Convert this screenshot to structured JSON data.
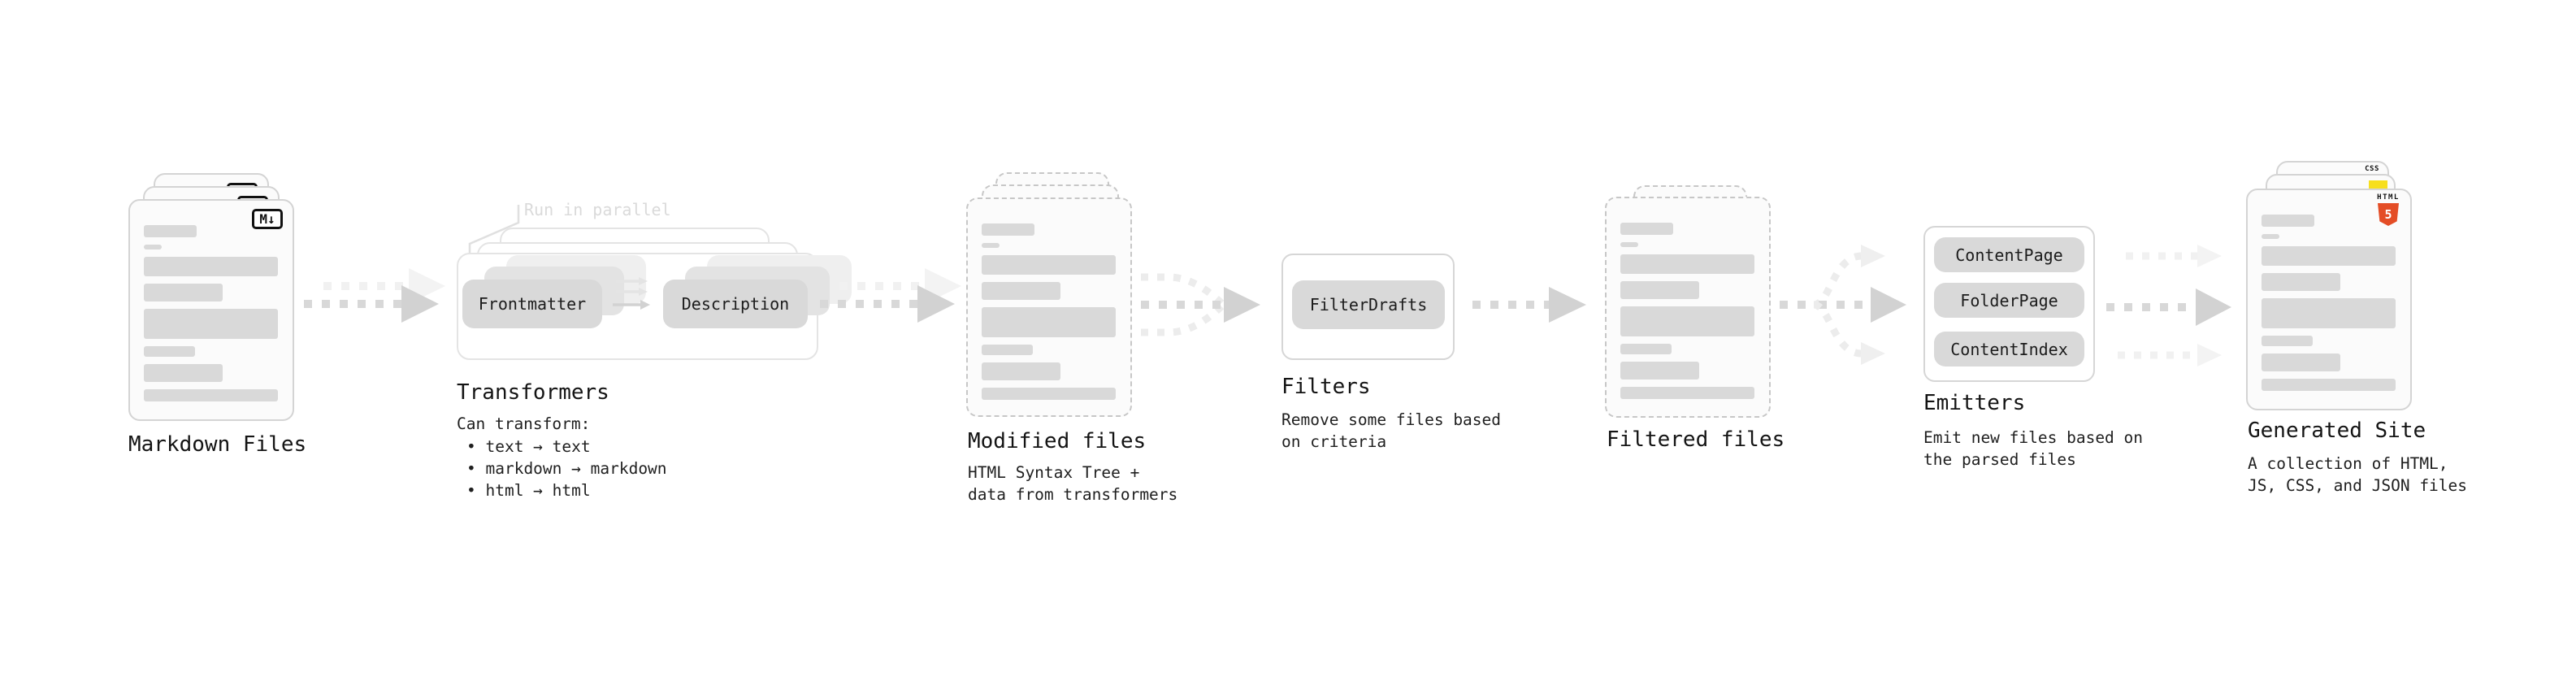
{
  "flow": {
    "markdown_files": {
      "label": "Markdown Files",
      "badge": "M↓"
    },
    "transformers": {
      "annotation": "Run in parallel",
      "pills": [
        "Frontmatter",
        "Description"
      ],
      "label": "Transformers",
      "desc_heading": "Can transform:",
      "bullets": [
        "• text → text",
        "• markdown → markdown",
        "• html → html"
      ]
    },
    "modified_files": {
      "label": "Modified files",
      "desc": "HTML Syntax Tree +\ndata from transformers"
    },
    "filters": {
      "pills": [
        "FilterDrafts"
      ],
      "label": "Filters",
      "desc": "Remove some files based\non criteria"
    },
    "filtered_files": {
      "label": "Filtered files"
    },
    "emitters": {
      "pills": [
        "ContentPage",
        "FolderPage",
        "ContentIndex"
      ],
      "label": "Emitters",
      "desc": "Emit new files based on\nthe parsed files"
    },
    "generated_site": {
      "label": "Generated Site",
      "desc": "A collection of HTML,\nJS, CSS, and JSON files",
      "badges": {
        "css": "CSS",
        "html_word": "HTML",
        "html_numeral": "5"
      }
    }
  },
  "colors": {
    "background": "#ffffff",
    "card_fill": "#fbfbfb",
    "card_border": "#d4d4d4",
    "dashed_border": "#c7c7c7",
    "placeholder_bar": "#d9d9d9",
    "pill_gray": "#d9d9d9",
    "panel_border": "#e4e4e4",
    "arrow_dash": "#d8d8d8",
    "arrow_head": "#d2d2d2",
    "arrow_ghost": "#f1f1f1",
    "annotation_gray": "#dadada",
    "text_dark": "#1a1a1a",
    "html5_orange": "#e44d26",
    "js_yellow": "#f7df1e",
    "css_blue": "#2b6bf3"
  }
}
